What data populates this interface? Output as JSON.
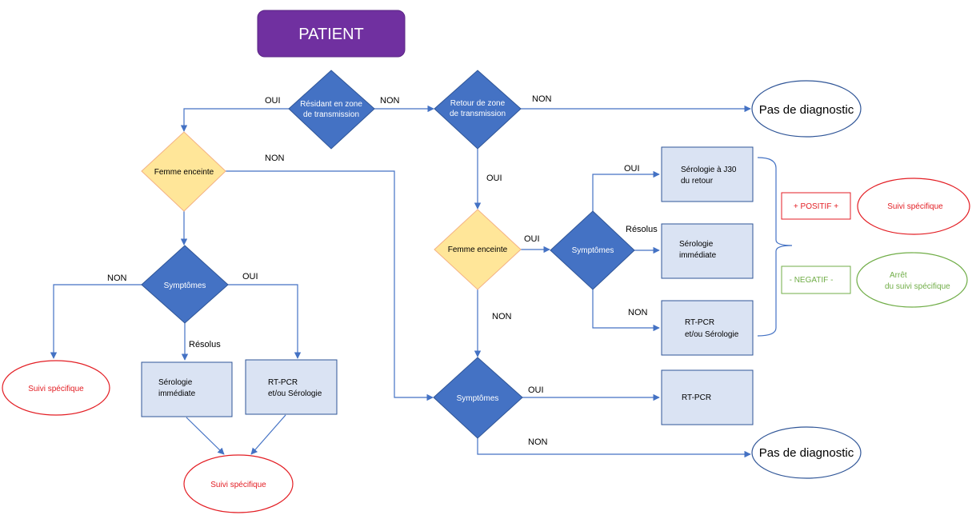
{
  "colors": {
    "patient": "#7030a0",
    "decision": "#4472c4",
    "decision_yellow": "#ffe699",
    "yellow_border": "#f4b183",
    "box_fill": "#dae3f3",
    "box_border": "#2f5597",
    "line": "#4472c4",
    "red": "#e31e24",
    "green": "#70ad47"
  },
  "nodes": {
    "patient": "PATIENT",
    "resident": [
      "Résidant en zone",
      "de transmission"
    ],
    "retour": [
      "Retour de zone",
      "de transmission"
    ],
    "pas_diag_top": "Pas de diagnostic",
    "femme_left": "Femme enceinte",
    "symptomes_left": "Symptômes",
    "femme_right": "Femme enceinte",
    "symptomes_right_mid": "Symptômes",
    "symptomes_bottom": "Symptômes",
    "sero_j30": [
      "Sérologie à J30",
      "du retour"
    ],
    "sero_imm_right": [
      "Sérologie",
      "immédiate"
    ],
    "rtpcr_right": [
      "RT-PCR",
      "et/ou Sérologie"
    ],
    "rtpcr_bottom": "RT-PCR",
    "pas_diag_bottom": "Pas de diagnostic",
    "sero_imm_left": [
      "Sérologie",
      "immédiate"
    ],
    "rtpcr_left": [
      "RT-PCR",
      "et/ou Sérologie"
    ],
    "suivi_left": "Suivi spécifique",
    "suivi_bottom": "Suivi spécifique",
    "positif": "+ POSITIF +",
    "negatif": "- NEGATIF -",
    "suivi_right": "Suivi spécifique",
    "arret": [
      "Arrêt",
      "du suivi spécifique"
    ]
  },
  "edge_labels": {
    "oui_resident": "OUI",
    "non_resident": "NON",
    "non_retour": "NON",
    "non_femme_left": "NON",
    "non_sympt_left": "NON",
    "oui_sympt_left": "OUI",
    "resolus_left": "Résolus",
    "oui_retour": "OUI",
    "oui_femme_right": "OUI",
    "oui_sympt_mid": "OUI",
    "resolus_right": "Résolus",
    "non_sympt_mid": "NON",
    "non_femme_right": "NON",
    "oui_sympt_bottom": "OUI",
    "non_sympt_bottom": "NON"
  }
}
